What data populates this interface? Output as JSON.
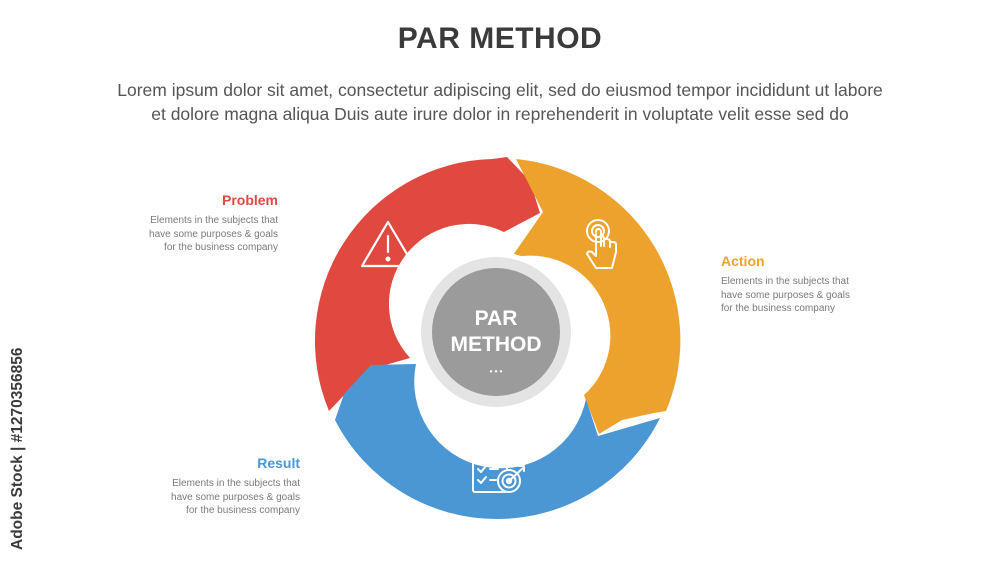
{
  "header": {
    "title": "PAR METHOD",
    "subtitle_lines": [
      "Lorem ipsum dolor sit amet, consectetur adipiscing elit, sed do eiusmod tempor incididunt ut labore",
      "et dolore magna aliqua Duis aute irure dolor in reprehenderit in voluptate velit esse sed do"
    ]
  },
  "center": {
    "line1": "PAR",
    "line2": "METHOD",
    "dots": "• • •"
  },
  "segments": [
    {
      "id": "problem",
      "title": "Problem",
      "description": "Elements in the subjects that\nhave  some purposes & goals\nfor the  business company",
      "color": "#e0493f",
      "icon": "warning-icon"
    },
    {
      "id": "action",
      "title": "Action",
      "description": "Elements in the subjects that\nhave  some purposes & goals\nfor the  business company",
      "color": "#eda22d",
      "icon": "tap-hand-icon"
    },
    {
      "id": "result",
      "title": "Result",
      "description": "Elements in the subjects that\nhave  some purposes & goals\nfor the  business company",
      "color": "#4a97d4",
      "icon": "clipboard-target-icon"
    }
  ],
  "colors": {
    "center_outer": "#e4e4e4",
    "center_inner": "#9b9b9b",
    "title_text": "#3b3b3b"
  },
  "watermark": {
    "text": "Adobe Stock | #1270356856"
  }
}
